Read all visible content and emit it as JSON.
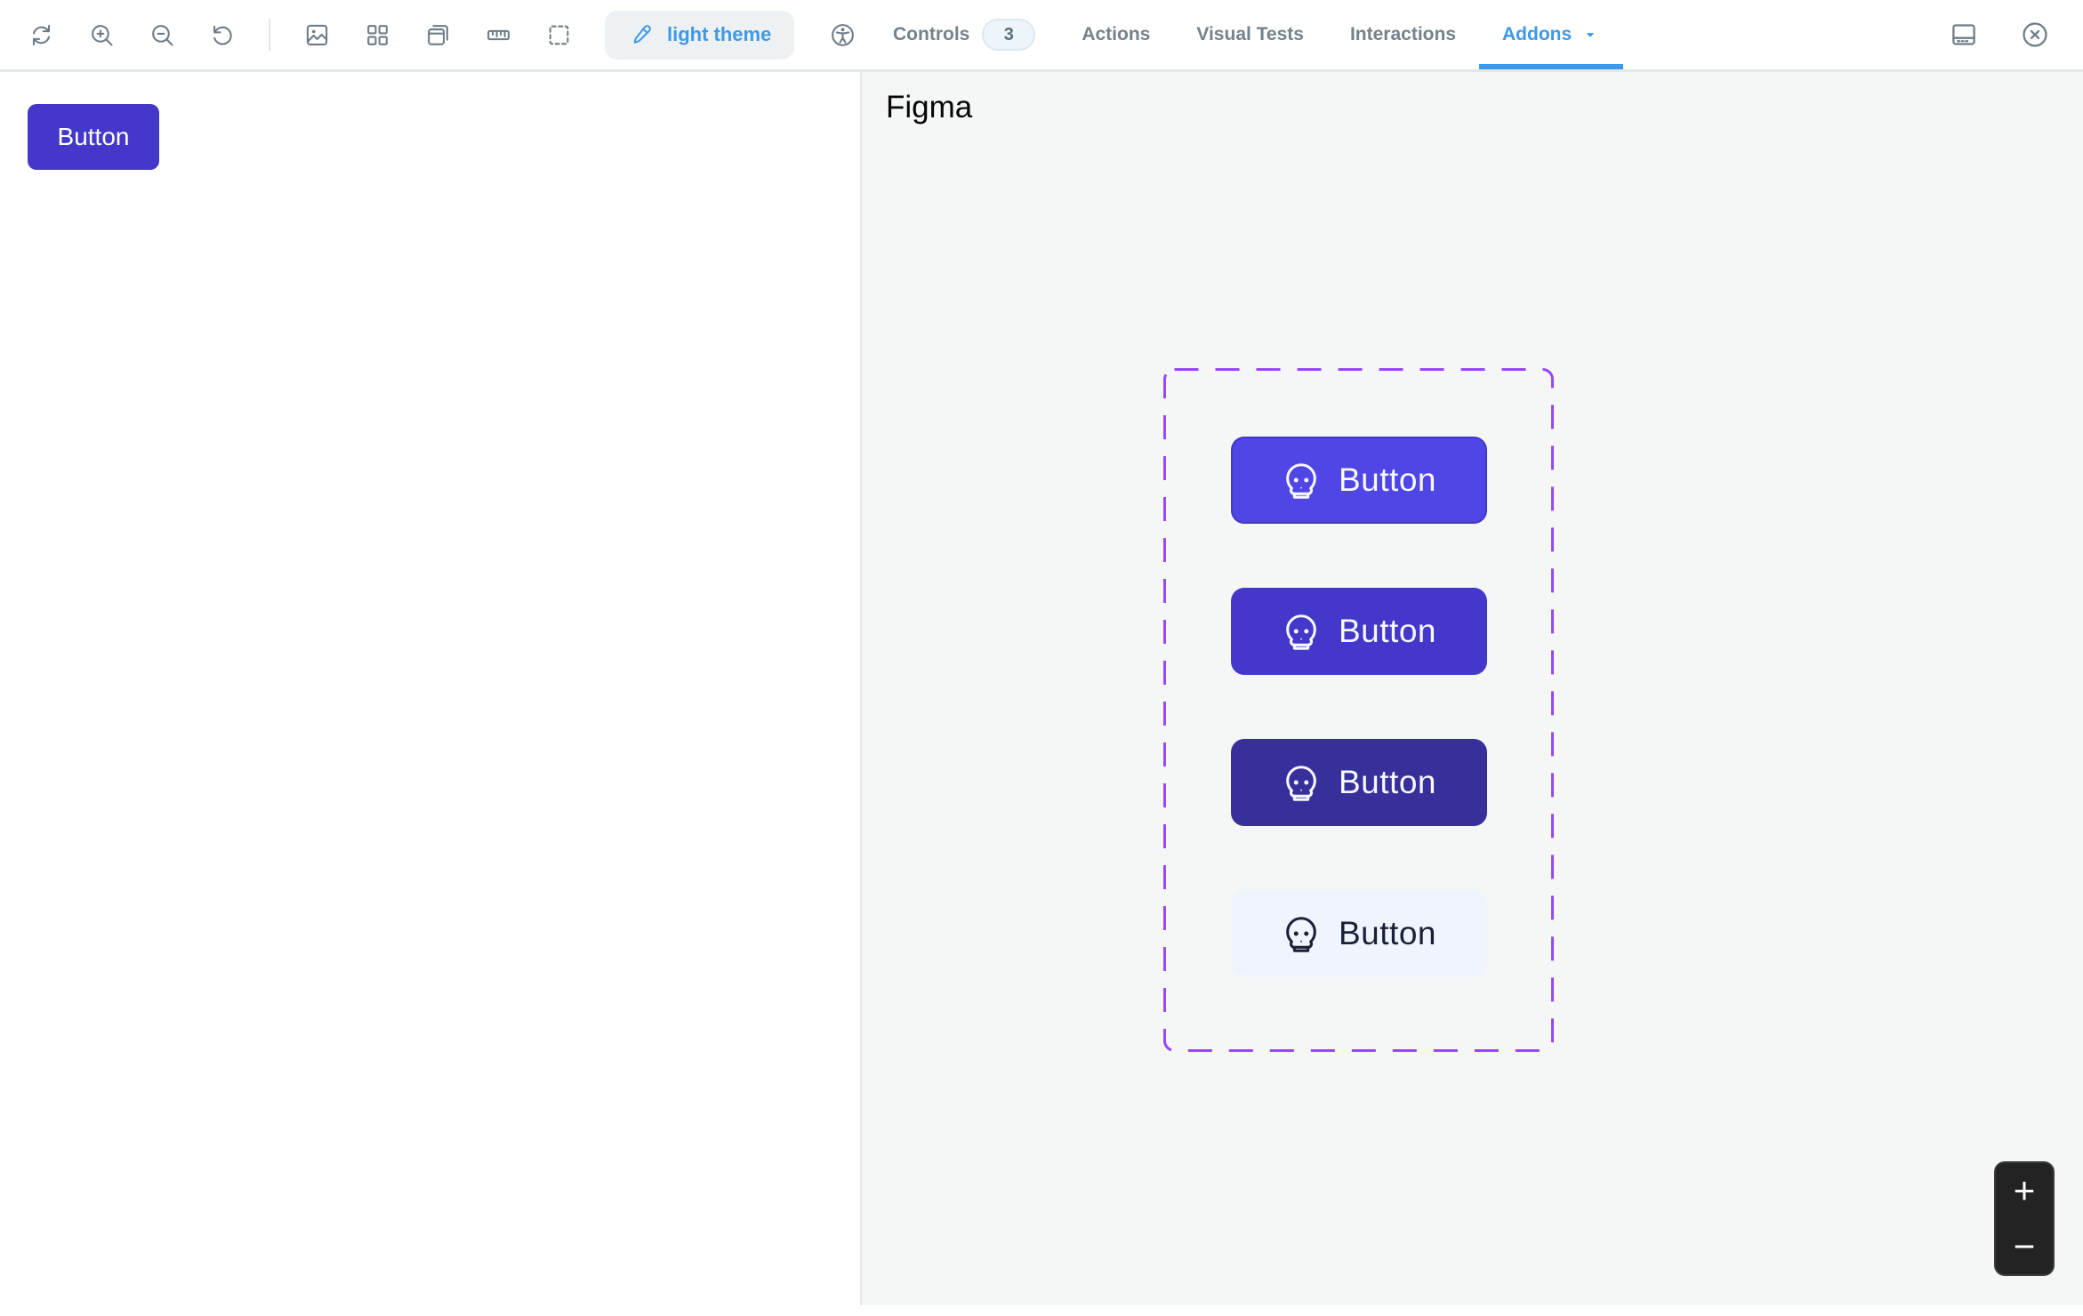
{
  "toolbar": {
    "theme_button_label": "light theme"
  },
  "tabs": {
    "items": [
      {
        "label": "Controls",
        "badge": "3",
        "active": false
      },
      {
        "label": "Actions",
        "active": false
      },
      {
        "label": "Visual Tests",
        "active": false
      },
      {
        "label": "Interactions",
        "active": false
      },
      {
        "label": "Addons",
        "active": true,
        "has_caret": true
      }
    ]
  },
  "canvas": {
    "button": {
      "label": "Button",
      "bg": "#4338CA",
      "fg": "#FFFFFF"
    }
  },
  "panel": {
    "title": "Figma",
    "zoom_in_label": "+",
    "zoom_out_label": "−"
  },
  "figma_preview": {
    "frame_border_color": "#9747FF",
    "buttons": [
      {
        "label": "Button",
        "variant": "primary",
        "bg": "#4F46E5",
        "fg": "#F7F8FF"
      },
      {
        "label": "Button",
        "variant": "primary-dark",
        "bg": "#4338CA",
        "fg": "#F7F8FF"
      },
      {
        "label": "Button",
        "variant": "deep",
        "bg": "#37309B",
        "fg": "#F7F8FF"
      },
      {
        "label": "Button",
        "variant": "light",
        "bg": "#F0F4FC",
        "fg": "#1A2038"
      }
    ]
  },
  "colors": {
    "accent_blue": "#3D99E9",
    "icon_gray": "#6E7C87",
    "panel_bg": "#F5F6F6",
    "figma_purple": "#9747FF",
    "toolbar_border": "#E3E7E9"
  }
}
